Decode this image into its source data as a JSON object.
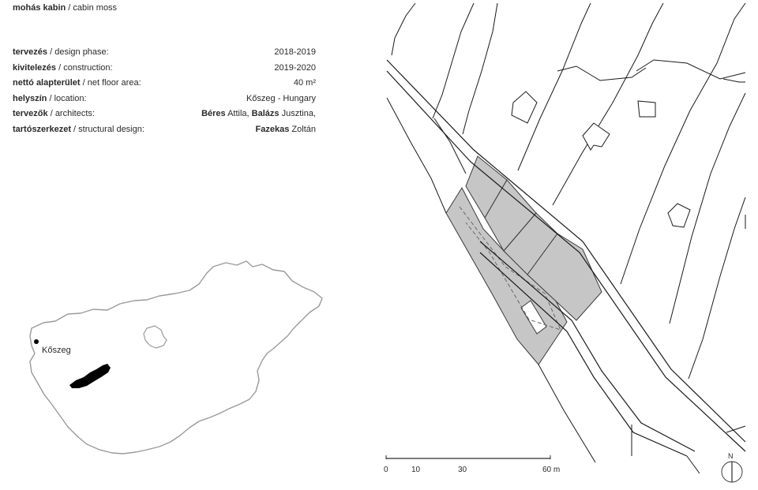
{
  "project": {
    "name_hu": "mohás kabin",
    "separator": " / ",
    "name_en": "cabin moss"
  },
  "specs": [
    {
      "label_hu": "tervezés",
      "label_en": "design phase:",
      "value_parts": [
        {
          "text": "2018-2019",
          "bold": false
        }
      ]
    },
    {
      "label_hu": "kivitelezés",
      "label_en": "construction:",
      "value_parts": [
        {
          "text": "2019-2020",
          "bold": false
        }
      ]
    },
    {
      "label_hu": "nettó alapterület",
      "label_en": "net floor area:",
      "value_parts": [
        {
          "text": "40 m²",
          "bold": false
        }
      ]
    },
    {
      "label_hu": "helyszín",
      "label_en": "location:",
      "value_parts": [
        {
          "text": "Kőszeg - Hungary",
          "bold": false
        }
      ]
    },
    {
      "label_hu": "tervezők",
      "label_en": "architects:",
      "value_parts": [
        {
          "text": "Béres",
          "bold": true
        },
        {
          "text": " Attila, ",
          "bold": false
        },
        {
          "text": "Balázs",
          "bold": true
        },
        {
          "text": " Jusztina,",
          "bold": false
        }
      ]
    },
    {
      "label_hu": "tartószerkezet",
      "label_en": "structural design:",
      "value_parts": [
        {
          "text": "Fazekas",
          "bold": true
        },
        {
          "text": " Zoltán",
          "bold": false
        }
      ]
    }
  ],
  "map": {
    "city_label": "Kőszeg"
  },
  "scale_bar": {
    "labels": [
      "0",
      "10",
      "30",
      "60 m"
    ]
  },
  "north_label": "N"
}
